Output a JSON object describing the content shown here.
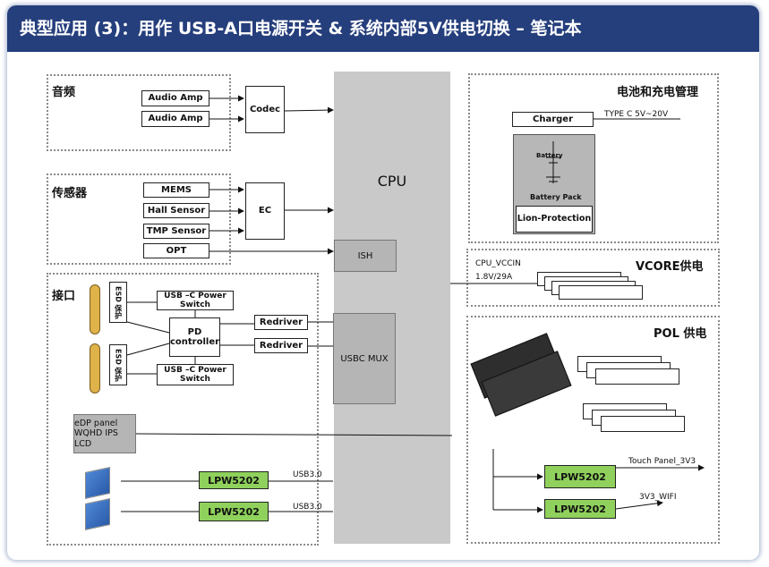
{
  "title": "典型应用 (3)：用作 USB-A口电源开关 & 系统内部5V供电切换 – 笔记本",
  "audio": {
    "label": "音频",
    "amp1": "Audio Amp",
    "amp2": "Audio Amp",
    "codec": "Codec"
  },
  "sensor": {
    "label": "传感器",
    "mems": "MEMS",
    "hall": "Hall Sensor",
    "tmp": "TMP Sensor",
    "opt": "OPT",
    "ec": "EC"
  },
  "cpu": {
    "label": "CPU",
    "ish": "ISH",
    "usbc_mux": "USBC MUX"
  },
  "iface": {
    "label": "接口",
    "esd1": "ESD 保护",
    "esd2": "ESD 保护",
    "usbc_ps1": "USB –C Power Switch",
    "usbc_ps2": "USB –C Power Switch",
    "pd": "PD controller",
    "redriver1": "Redriver",
    "redriver2": "Redriver",
    "edp": "eDP panel WQHD IPS LCD",
    "lpw1": "LPW5202",
    "lpw2": "LPW5202",
    "usb30_1": "USB3.0",
    "usb30_2": "USB3.0"
  },
  "battery": {
    "label": "电池和充电管理",
    "charger": "Charger",
    "typec": "TYPE C 5V~20V",
    "battery": "Battery",
    "pack": "Battery Pack",
    "lion": "Lion-Protection"
  },
  "vcore": {
    "label": "VCORE供电",
    "cpu_vccin": "CPU_VCCIN",
    "spec": "1.8V/29A"
  },
  "pol": {
    "label": "POL 供电",
    "lpw1": "LPW5202",
    "lpw2": "LPW5202",
    "touch": "Touch Panel_3V3",
    "wifi": "3V3_WIFI"
  },
  "colors": {
    "title_bg": "#253e7c",
    "lpw_green": "#8fd15c",
    "cpu_grey": "#c9c9c9"
  }
}
